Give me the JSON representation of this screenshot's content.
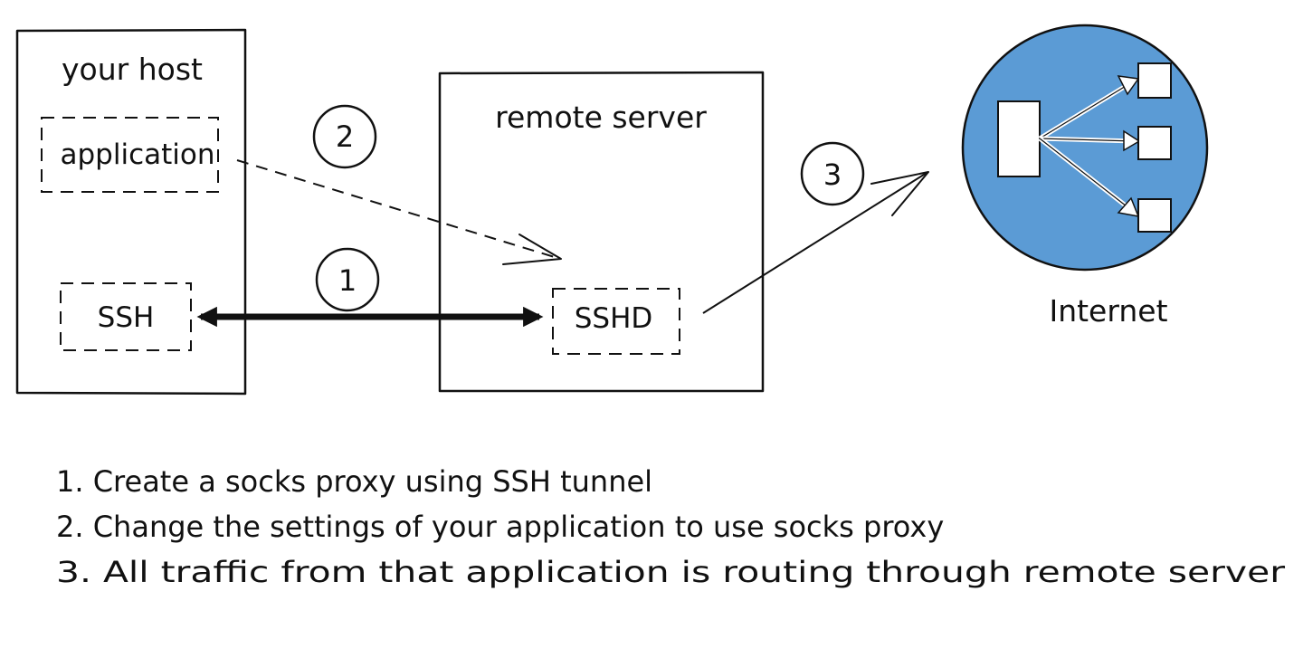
{
  "colors": {
    "ink": "#111111",
    "internet_fill": "#5b9bd5",
    "background": "#ffffff"
  },
  "host_box": {
    "title": "your host",
    "application_label": "application",
    "ssh_label": "SSH"
  },
  "server_box": {
    "title": "remote server",
    "sshd_label": "SSHD"
  },
  "internet": {
    "label": "Internet",
    "icon": "network-fanout-icon"
  },
  "markers": {
    "one": "1",
    "two": "2",
    "three": "3"
  },
  "connections": {
    "ssh_tunnel": "bidirectional-thick-arrow",
    "app_to_server": "dashed-arrow",
    "sshd_to_internet": "thin-arrow"
  },
  "steps": [
    "1. Create a socks proxy using SSH tunnel",
    "2. Change the settings of your application to use socks proxy",
    "3. All traffic from that application is routing through remote server"
  ]
}
